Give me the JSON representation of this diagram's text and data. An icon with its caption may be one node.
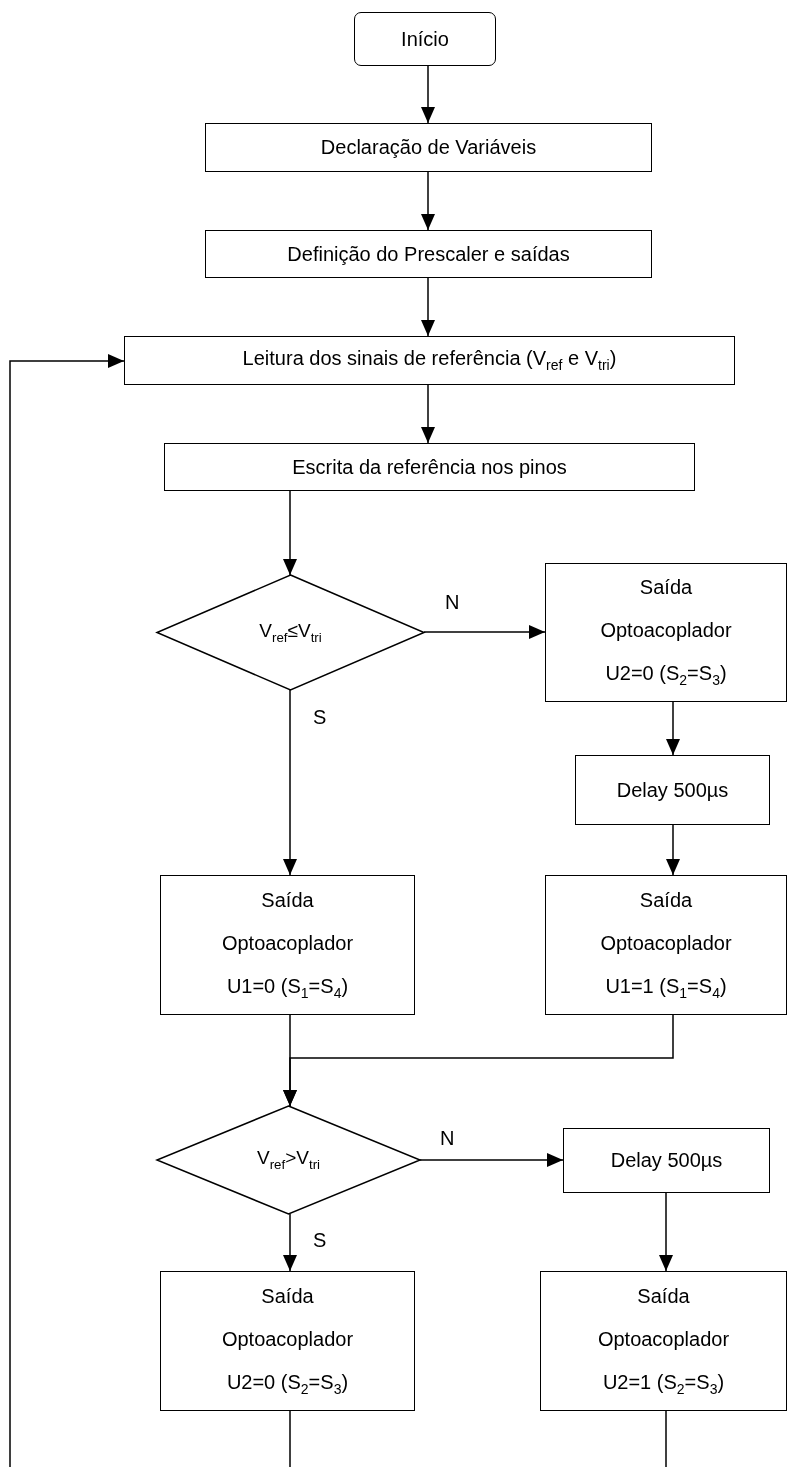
{
  "diagram": {
    "nodes": [
      {
        "text": [
          "Início"
        ]
      },
      {
        "text": [
          "Declaração de Variáveis"
        ]
      },
      {
        "text": [
          "Definição do Prescaler e saídas"
        ]
      },
      {
        "text": [
          "Leitura dos sinais de referência (V$_{ref}$ e V$_{tri}$)"
        ]
      },
      {
        "text": [
          "Escrita da referência nos pinos"
        ]
      },
      {
        "text": [
          "V$_{ref}$≤V$_{tri}$"
        ]
      },
      {
        "text": [
          "Saída",
          "Optoacoplador",
          "U2=0 (S$_{2}$=S$_{3}$)"
        ]
      },
      {
        "text": [
          "Delay 500µs"
        ]
      },
      {
        "text": [
          "Saída",
          "Optoacoplador",
          "U1=0 (S$_{1}$=S$_{4}$)"
        ]
      },
      {
        "text": [
          "Saída",
          "Optoacoplador",
          "U1=1 (S$_{1}$=S$_{4}$)"
        ]
      },
      {
        "text": [
          "V$_{ref}$>V$_{tri}$"
        ]
      },
      {
        "text": [
          "Delay 500µs"
        ]
      },
      {
        "text": [
          "Saída",
          "Optoacoplador",
          "U2=0 (S$_{2}$=S$_{3}$)"
        ]
      },
      {
        "text": [
          "Saída",
          "Optoacoplador",
          "U2=1 (S$_{2}$=S$_{3}$)"
        ]
      }
    ],
    "edges": [
      {
        "from": 0,
        "to": 1,
        "arrow": "to"
      },
      {
        "from": 1,
        "to": 2,
        "arrow": "to"
      },
      {
        "from": 2,
        "to": 3,
        "arrow": "to"
      },
      {
        "from": 3,
        "to": 4,
        "arrow": "to"
      },
      {
        "from": 4,
        "to": 5,
        "arrow": "to"
      },
      {
        "from": 5,
        "to": 6,
        "arrow": "to",
        "label": "N"
      },
      {
        "from": 5,
        "to": 8,
        "arrow": "to",
        "label": "S"
      },
      {
        "from": 6,
        "to": 7,
        "arrow": "to"
      },
      {
        "from": 7,
        "to": 9,
        "arrow": "to"
      },
      {
        "from": 8,
        "to": 10,
        "arrow": "to"
      },
      {
        "from": 9,
        "to": 10,
        "arrow": "to"
      },
      {
        "from": 10,
        "to": 11,
        "arrow": "to",
        "label": "N"
      },
      {
        "from": 10,
        "to": 12,
        "arrow": "to",
        "label": "S"
      },
      {
        "from": 11,
        "to": 13,
        "arrow": "to"
      },
      {
        "from": 12,
        "to": null,
        "arrow": "none"
      },
      {
        "from": 13,
        "to": null,
        "arrow": "none"
      },
      {
        "from": null,
        "to": 3,
        "arrow": "to"
      }
    ]
  }
}
